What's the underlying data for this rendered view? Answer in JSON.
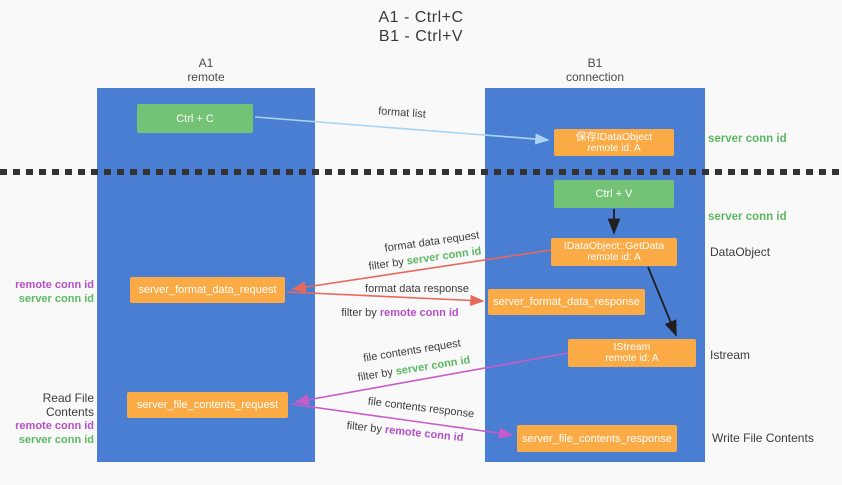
{
  "title": {
    "line1": "A1 - Ctrl+C",
    "line2": "B1 - Ctrl+V"
  },
  "lanes": {
    "a1": {
      "name": "A1",
      "subtitle": "remote"
    },
    "b1": {
      "name": "B1",
      "subtitle": "connection"
    }
  },
  "boxes": {
    "ctrl_c": {
      "label": "Ctrl + C"
    },
    "ctrl_v": {
      "label": "Ctrl + V"
    },
    "save_dataobject": {
      "line1": "保存IDataObject",
      "line2": "remote id: A"
    },
    "getdata": {
      "line1": "IDataObject::GetData",
      "line2": "remote id: A"
    },
    "istream": {
      "line1": "IStream",
      "line2": "remote id: A"
    },
    "format_request": {
      "label": "server_format_data_request"
    },
    "format_response": {
      "label": "server_format_data_response"
    },
    "file_request": {
      "label": "server_file_contents_request"
    },
    "file_response": {
      "label": "server_file_contents_response"
    }
  },
  "arrows": {
    "format_list": {
      "label": "format list"
    },
    "format_data_request": {
      "label": "format data request",
      "filter_by": "filter by",
      "filter_key": "server conn id"
    },
    "format_data_response": {
      "label": "format data response",
      "filter_by": "filter by",
      "filter_key": "remote conn id"
    },
    "file_contents_request": {
      "label": "file contents request",
      "filter_by": "filter by",
      "filter_key": "server conn id"
    },
    "file_contents_response": {
      "label": "file contents response",
      "filter_by": "filter by",
      "filter_key": "remote conn id"
    }
  },
  "side_labels": {
    "server_conn_id": "server conn id",
    "remote_conn_id": "remote conn id",
    "dataobject": "DataObject",
    "istream": "Istream",
    "read_file_contents": "Read File Contents",
    "write_file_contents": "Write File Contents"
  },
  "colors": {
    "lane_blue": "#4a7ed2",
    "box_green": "#74c276",
    "box_orange": "#fbab45",
    "server_conn_green": "#5cb863",
    "remote_conn_purple": "#b44fc8",
    "arrow_red": "#e8685c",
    "arrow_magenta": "#c75bc7",
    "arrow_lightblue": "#a9d5f2",
    "arrow_black": "#1f1f1f"
  }
}
